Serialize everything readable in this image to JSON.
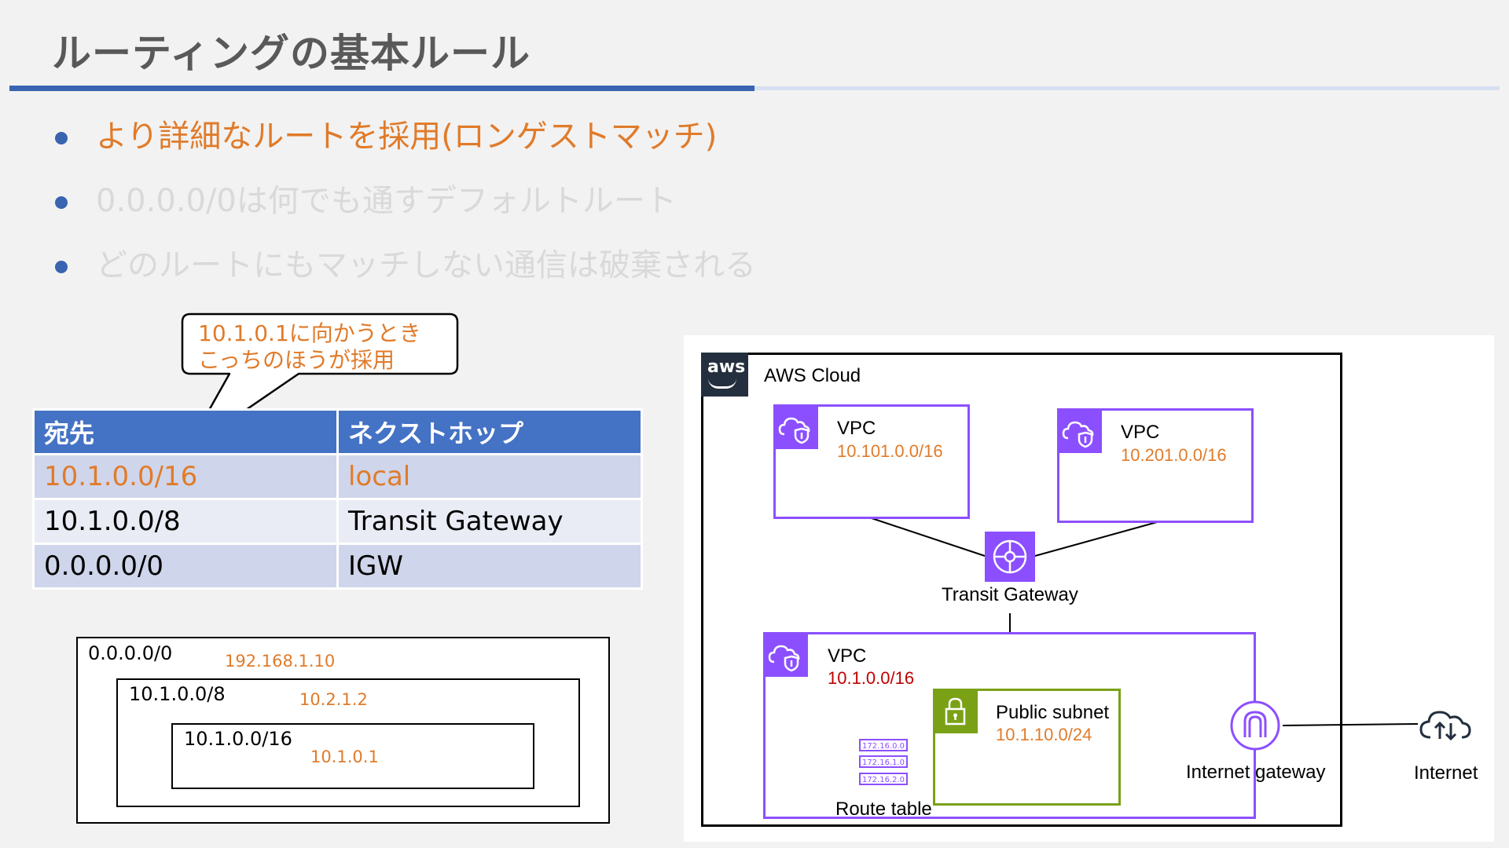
{
  "header": {
    "title": "ルーティングの基本ルール"
  },
  "bullets": [
    {
      "text": "より詳細なルートを採用(ロンゲストマッチ)",
      "state": "active"
    },
    {
      "text": "0.0.0.0/0は何でも通すデフォルトルート",
      "state": "dim"
    },
    {
      "text": "どのルートにもマッチしない通信は破棄される",
      "state": "dim"
    }
  ],
  "callout": {
    "line1": "10.1.0.1に向かうとき",
    "line2": "こっちのほうが採用"
  },
  "route_table": {
    "headers": [
      "宛先",
      "ネクストホップ"
    ],
    "rows": [
      [
        "10.1.0.0/16",
        "local"
      ],
      [
        "10.1.0.0/8",
        "Transit Gateway"
      ],
      [
        "0.0.0.0/0",
        "IGW"
      ]
    ]
  },
  "nested": {
    "outer": {
      "cidr": "0.0.0.0/0",
      "hop": "192.168.1.10"
    },
    "middle": {
      "cidr": "10.1.0.0/8",
      "hop": "10.2.1.2"
    },
    "inner": {
      "cidr": "10.1.0.0/16",
      "hop": "10.1.0.1"
    }
  },
  "diagram": {
    "aws_logo": "aws",
    "cloud_label": "AWS Cloud",
    "vpc_a": {
      "label": "VPC",
      "cidr": "10.101.0.0/16"
    },
    "vpc_b": {
      "label": "VPC",
      "cidr": "10.201.0.0/16"
    },
    "tgw_label": "Transit Gateway",
    "vpc_main": {
      "label": "VPC",
      "cidr": "10.1.0.0/16"
    },
    "subnet": {
      "label": "Public subnet",
      "cidr": "10.1.10.0/24"
    },
    "route_table_label": "Route table",
    "route_entries": [
      "172.16.0.0",
      "172.16.1.0",
      "172.16.2.0"
    ],
    "igw_label": "Internet gateway",
    "internet_label": "Internet"
  },
  "colors": {
    "accent_blue": "#3864b0",
    "accent_orange": "#e07b2a",
    "dim_text": "#d9d9d9",
    "aws_purple": "#8c4fff",
    "aws_green": "#7aa116",
    "dark_red": "#c00000"
  },
  "icons": [
    "vpc-cloud-icon",
    "transit-gateway-icon",
    "lock-icon",
    "internet-gateway-icon",
    "internet-cloud-icon"
  ]
}
